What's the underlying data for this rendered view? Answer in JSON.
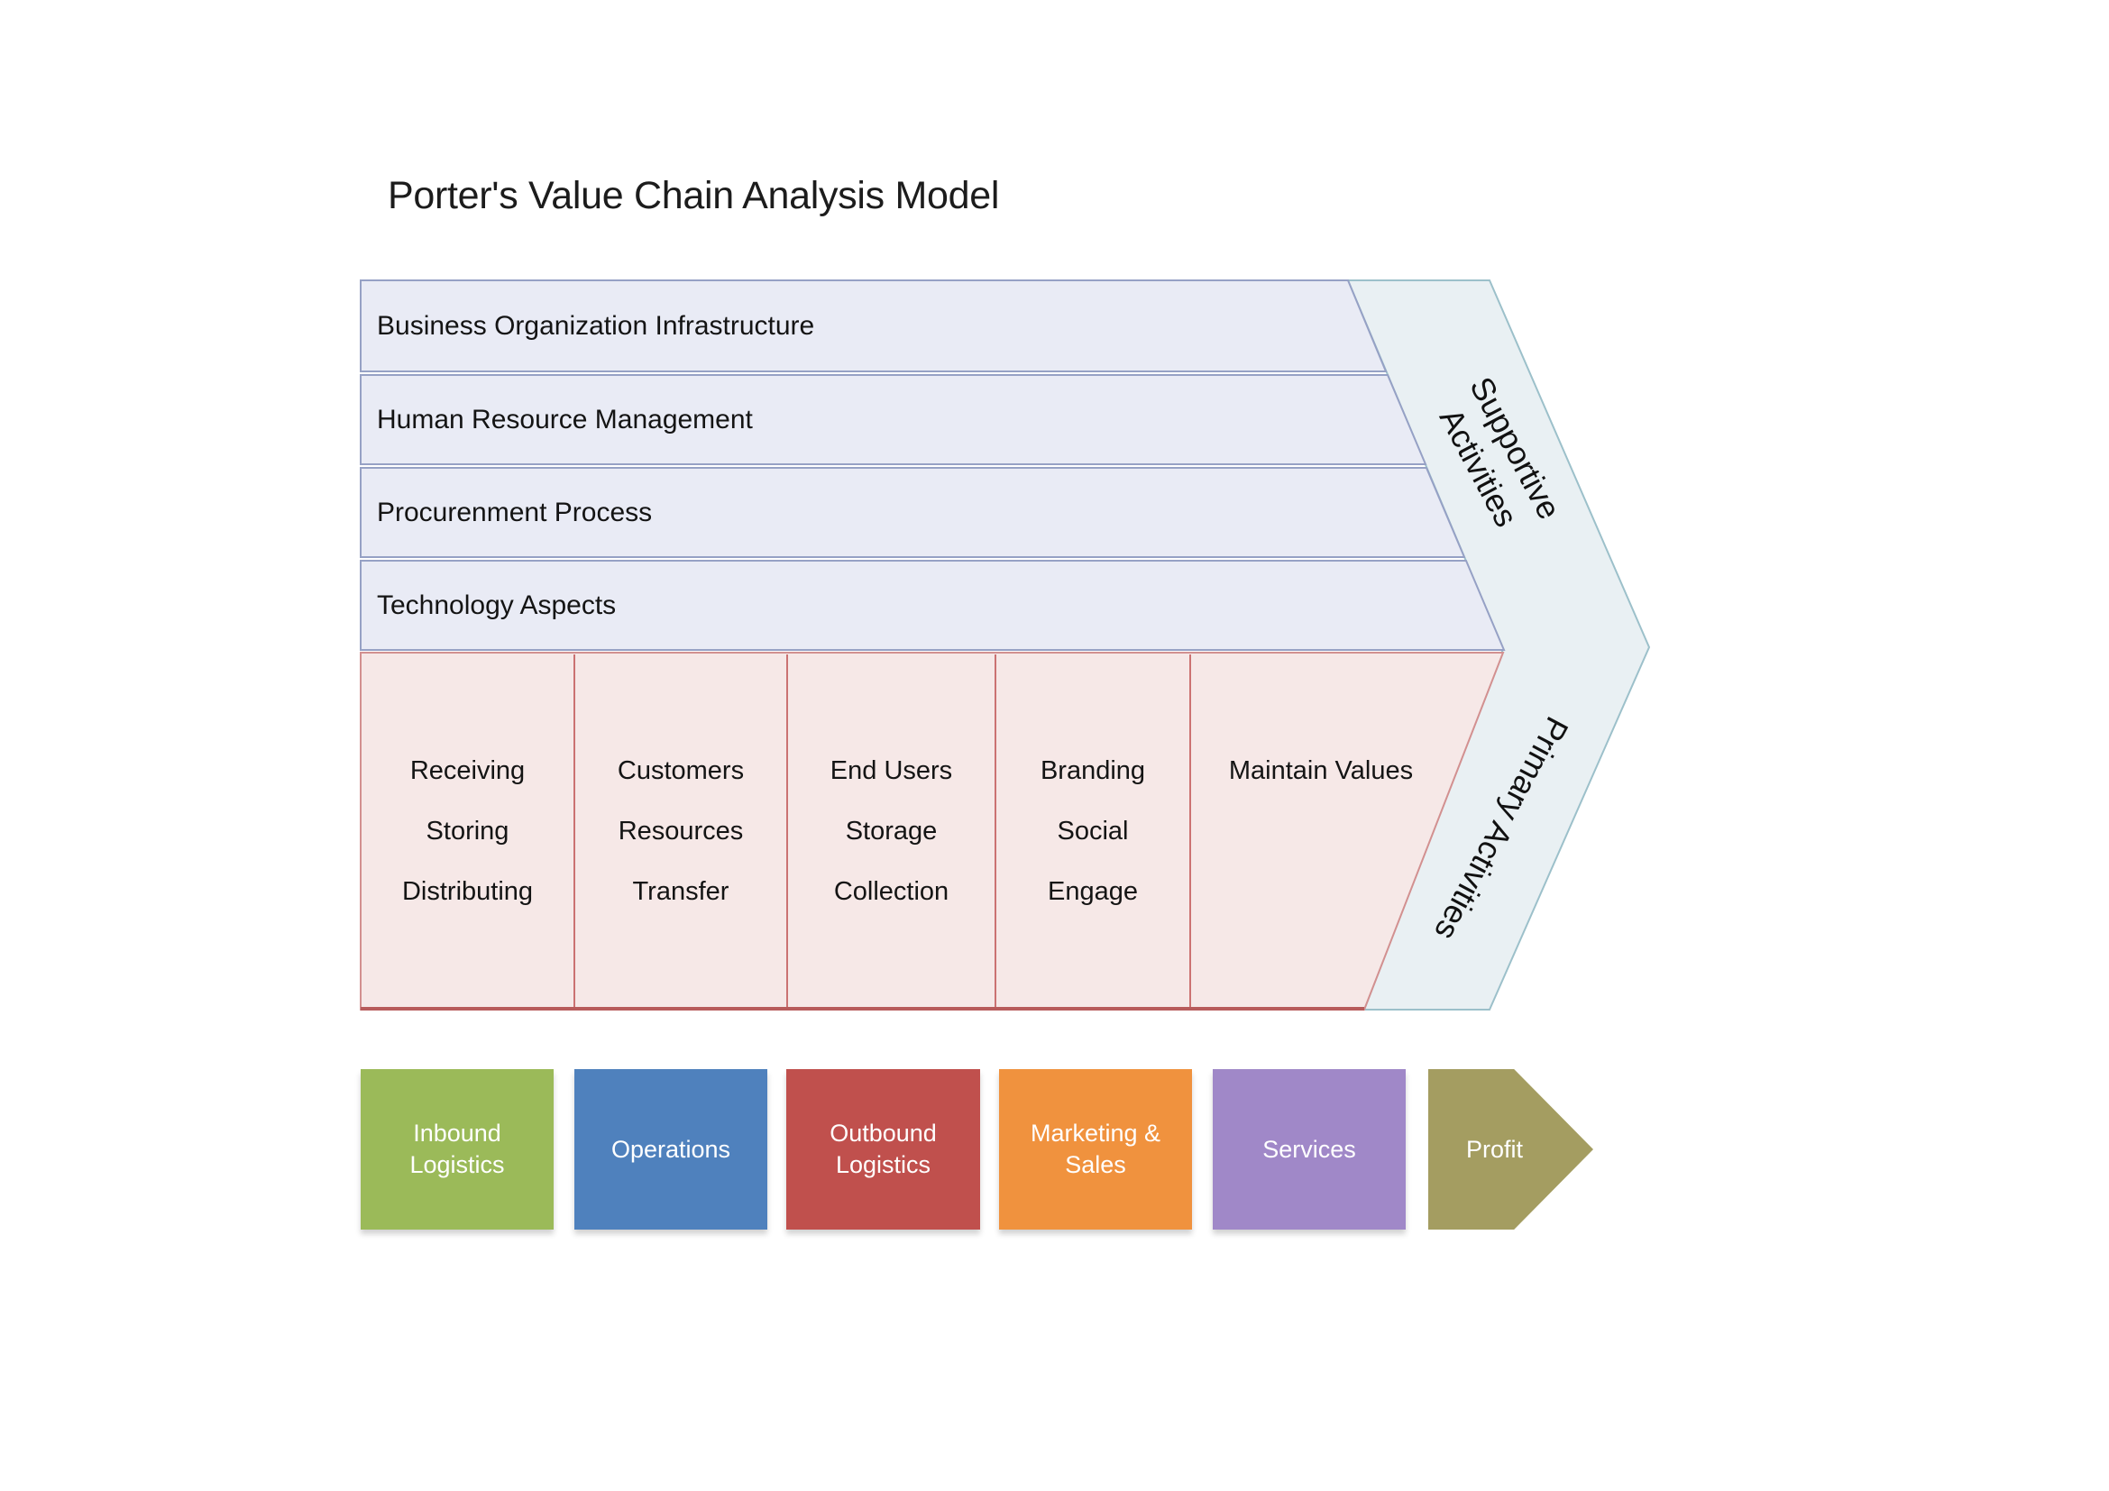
{
  "title": "Porter's Value Chain Analysis Model",
  "supportive_rows": [
    {
      "label": "Business Organization Infrastructure"
    },
    {
      "label": "Human Resource Management"
    },
    {
      "label": "Procurenment Process"
    },
    {
      "label": "Technology Aspects"
    }
  ],
  "primary_columns": [
    {
      "items": [
        "Receiving",
        "Storing",
        "Distributing"
      ]
    },
    {
      "items": [
        "Customers",
        "Resources",
        "Transfer"
      ]
    },
    {
      "items": [
        "End Users",
        "Storage",
        "Collection"
      ]
    },
    {
      "items": [
        "Branding",
        "Social",
        "Engage"
      ]
    },
    {
      "items": [
        "Maintain Values"
      ]
    }
  ],
  "band": {
    "supportive_line1": "Supportive",
    "supportive_line2": "Activities",
    "primary_label": "Primary Activities"
  },
  "bottom_boxes": [
    {
      "label": "Inbound Logistics",
      "color": "#9bba59"
    },
    {
      "label": "Operations",
      "color": "#4f81bd"
    },
    {
      "label": "Outbound Logistics",
      "color": "#c0504d"
    },
    {
      "label": "Marketing & Sales",
      "color": "#f0923e"
    },
    {
      "label": "Services",
      "color": "#a088c8"
    },
    {
      "label": "Profit",
      "color": "#a49d61"
    }
  ],
  "colors": {
    "rows_fill": "#e9ebf5",
    "rows_stroke": "#96a1c5",
    "pink_fill": "#f6e8e7",
    "pink_stroke": "#d29090",
    "pink_divider": "#cb7272",
    "pink_bottom_line": "#b75b5b",
    "band_fill": "#e9f0f3",
    "band_stroke": "#9cc0ca"
  }
}
